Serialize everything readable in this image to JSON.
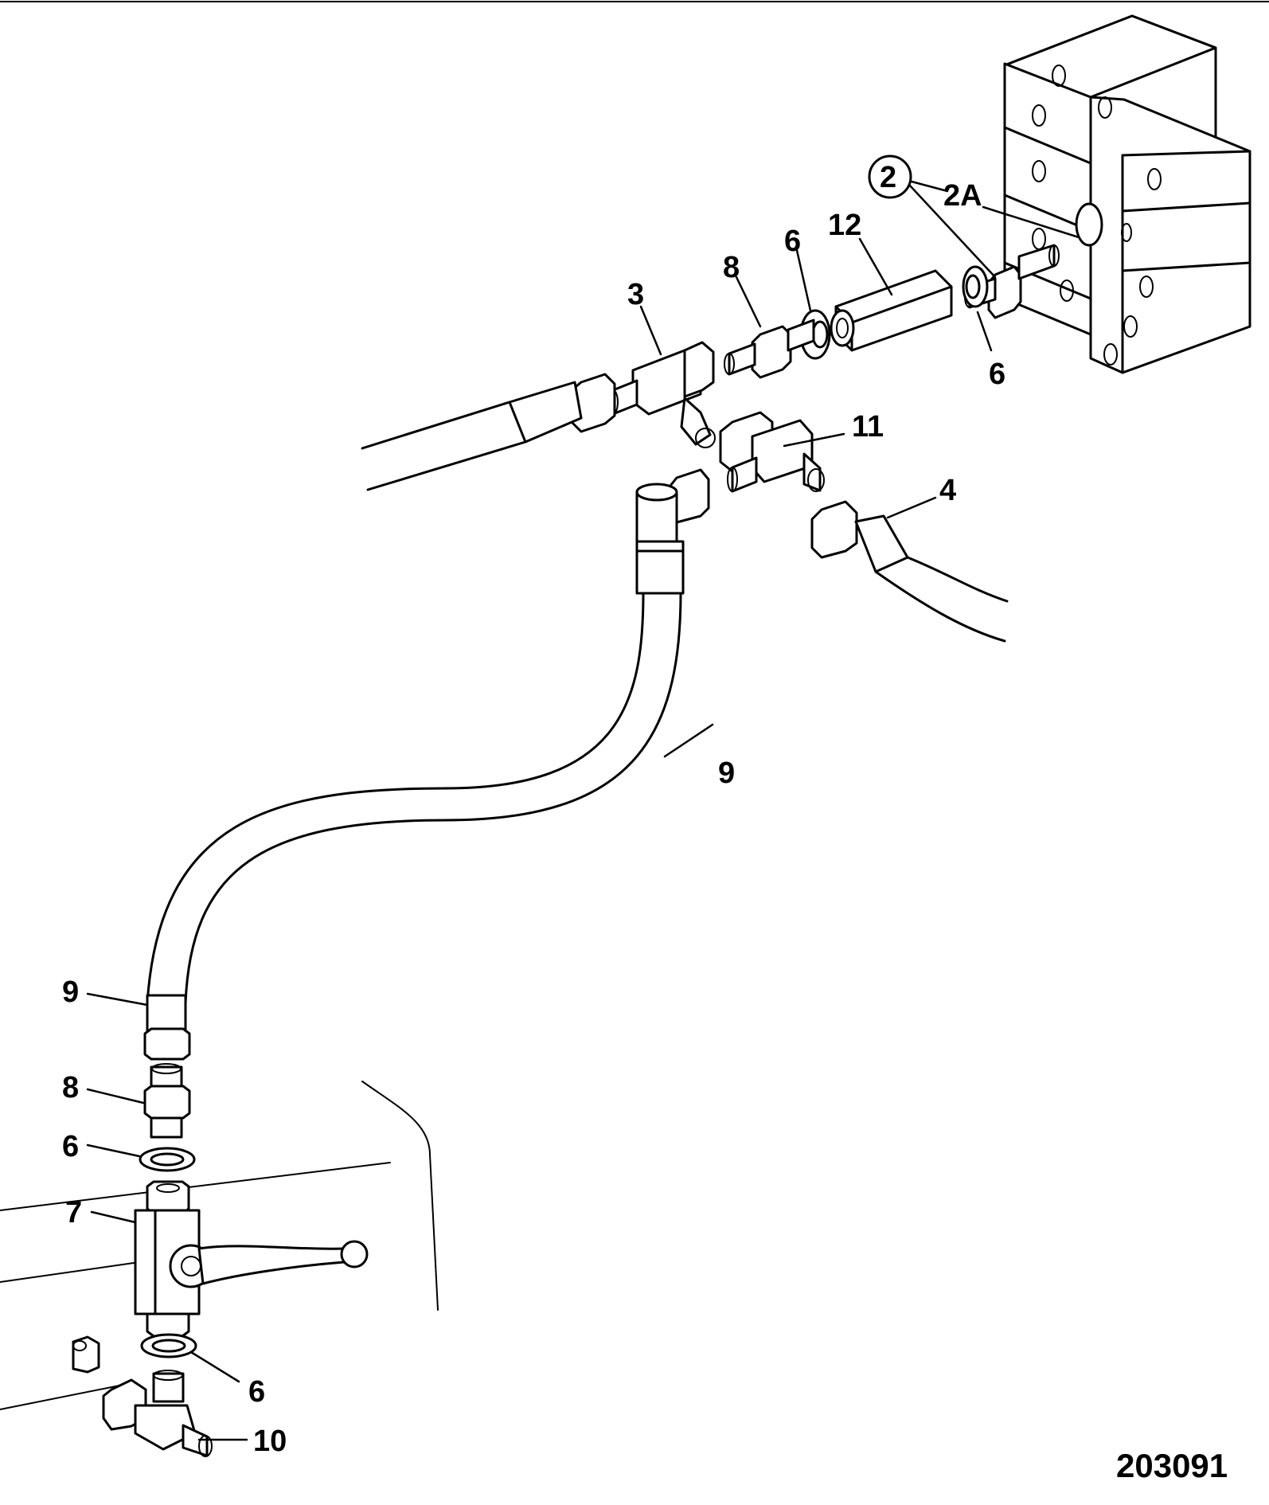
{
  "figure_number": "203091",
  "callouts": {
    "c2": "2",
    "c2a": "2A",
    "c3": "3",
    "c4": "4",
    "c6_top_left": "6",
    "c6_top_right": "6",
    "c6_mid": "6",
    "c6_bottom": "6",
    "c7": "7",
    "c8_top": "8",
    "c8_bottom": "8",
    "c9_upper": "9",
    "c9_lower": "9",
    "c10": "10",
    "c11": "11",
    "c12": "12"
  }
}
